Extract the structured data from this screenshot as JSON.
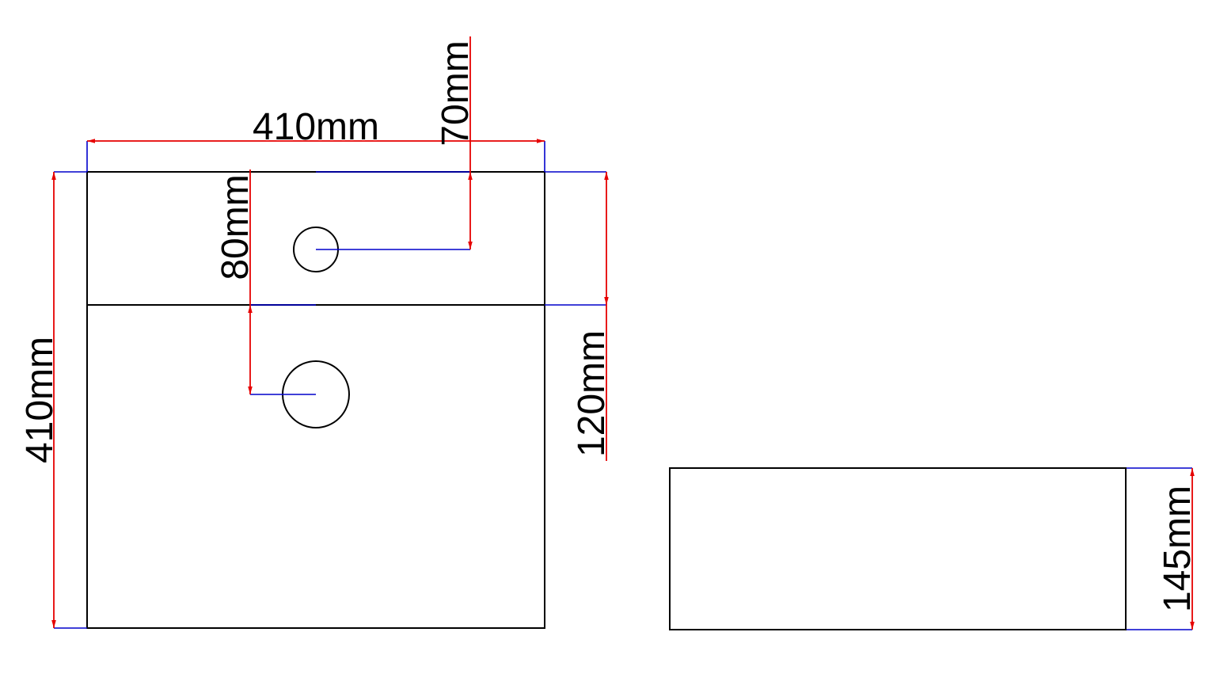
{
  "dimensions": {
    "overall_width": "410mm",
    "overall_depth": "410mm",
    "faucet_hole_offset": "70mm",
    "drain_offset": "80mm",
    "deck_depth": "120mm",
    "height": "145mm"
  },
  "colors": {
    "outline": "#000000",
    "dimension_line": "#e60000",
    "extension_line": "#0000cc"
  }
}
